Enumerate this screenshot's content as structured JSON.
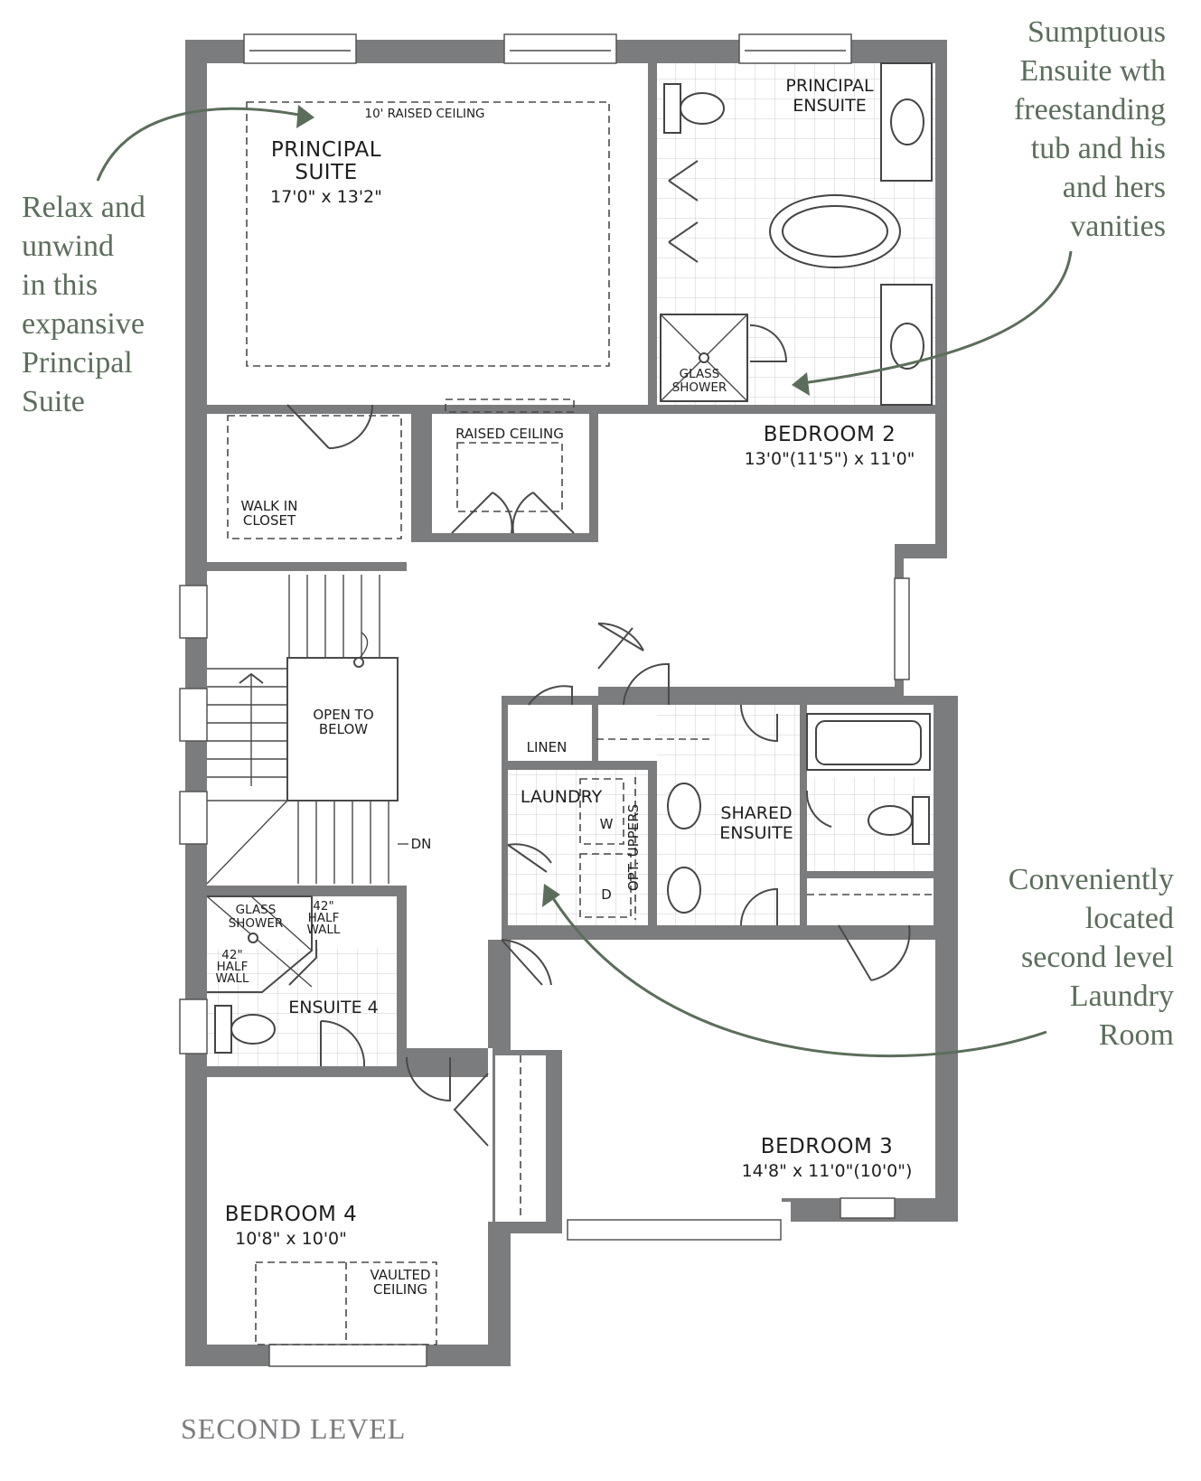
{
  "rooms": {
    "principal_suite": {
      "name": "PRINCIPAL\nSUITE",
      "dims": "17'0\" x 13'2\"",
      "ceiling": "10' RAISED CEILING"
    },
    "principal_ensuite": {
      "name": "PRINCIPAL\nENSUITE",
      "shower": "GLASS\nSHOWER"
    },
    "walk_in_closet": {
      "name": "WALK IN\nCLOSET"
    },
    "hall": {
      "ceiling": "RAISED CEILING"
    },
    "bedroom2": {
      "name": "BEDROOM 2",
      "dims": "13'0\"(11'5\") x 11'0\""
    },
    "open_to_below": {
      "name": "OPEN TO\nBELOW"
    },
    "stairs": {
      "dn": "DN"
    },
    "linen": {
      "name": "LINEN"
    },
    "laundry": {
      "name": "LAUNDRY",
      "washer": "W",
      "dryer": "D",
      "uppers": "OPT. UPPERS"
    },
    "shared_ensuite": {
      "name": "SHARED\nENSUITE"
    },
    "ensuite4": {
      "name": "ENSUITE 4",
      "shower": "GLASS\nSHOWER",
      "half_wall_a": "42\"\nHALF\nWALL",
      "half_wall_b": "42\"\nHALF\nWALL"
    },
    "bedroom3": {
      "name": "BEDROOM 3",
      "dims": "14'8\" x 11'0\"(10'0\")"
    },
    "bedroom4": {
      "name": "BEDROOM 4",
      "dims": "10'8\" x 10'0\"",
      "ceiling": "VAULTED\nCEILING"
    }
  },
  "callouts": {
    "principal": "Relax and\nunwind\nin this\nexpansive\nPrincipal\nSuite",
    "ensuite": "Sumptuous\nEnsuite wth\nfreestanding\ntub and his\nand hers\nvanities",
    "laundry": "Conveniently\nlocated\nsecond level\nLaundry\nRoom"
  },
  "level_label": "SECOND LEVEL",
  "colors": {
    "wall": "#7b7c7e",
    "callout": "#5b6e5b",
    "text": "#1e1e1e"
  }
}
